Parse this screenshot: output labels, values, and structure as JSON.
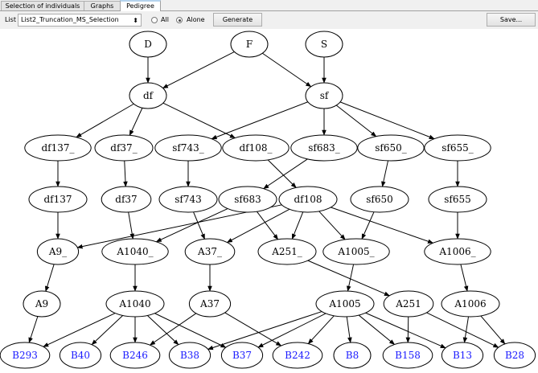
{
  "tabs": [
    {
      "label": "Selection of individuals",
      "active": false
    },
    {
      "label": "Graphs",
      "active": false
    },
    {
      "label": "Pedigree",
      "active": true
    }
  ],
  "toolbar": {
    "list_label": "List",
    "list_value": "List2_Truncation_MS_Selection",
    "radio_all": "All",
    "radio_alone": "Alone",
    "radio_selected": "Alone",
    "generate": "Generate",
    "save": "Save..."
  },
  "colors": {
    "selected_node_text": "#1a1aff",
    "node_text": "#000000",
    "edge": "#000000"
  },
  "graph": {
    "nodes": [
      {
        "id": "D",
        "label": "D",
        "row": 0,
        "col": 184
      },
      {
        "id": "F",
        "label": "F",
        "row": 0,
        "col": 310
      },
      {
        "id": "S",
        "label": "S",
        "row": 0,
        "col": 403
      },
      {
        "id": "df",
        "label": "df",
        "row": 1,
        "col": 184
      },
      {
        "id": "sf",
        "label": "sf",
        "row": 1,
        "col": 403
      },
      {
        "id": "df137_",
        "label": "df137_",
        "row": 2,
        "col": 72
      },
      {
        "id": "df37_",
        "label": "df37_",
        "row": 2,
        "col": 154
      },
      {
        "id": "sf743_",
        "label": "sf743_",
        "row": 2,
        "col": 234
      },
      {
        "id": "df108_",
        "label": "df108_",
        "row": 2,
        "col": 318
      },
      {
        "id": "sf683_",
        "label": "sf683_",
        "row": 2,
        "col": 403
      },
      {
        "id": "sf650_",
        "label": "sf650_",
        "row": 2,
        "col": 486
      },
      {
        "id": "sf655_",
        "label": "sf655_",
        "row": 2,
        "col": 569
      },
      {
        "id": "df137",
        "label": "df137",
        "row": 3,
        "col": 72
      },
      {
        "id": "df37",
        "label": "df37",
        "row": 3,
        "col": 157
      },
      {
        "id": "sf743",
        "label": "sf743",
        "row": 3,
        "col": 234
      },
      {
        "id": "sf683",
        "label": "sf683",
        "row": 3,
        "col": 308
      },
      {
        "id": "df108",
        "label": "df108",
        "row": 3,
        "col": 383
      },
      {
        "id": "sf650",
        "label": "sf650",
        "row": 3,
        "col": 472
      },
      {
        "id": "sf655",
        "label": "sf655",
        "row": 3,
        "col": 569
      },
      {
        "id": "A9_",
        "label": "A9_",
        "row": 4,
        "col": 72
      },
      {
        "id": "A1040_",
        "label": "A1040_",
        "row": 4,
        "col": 168
      },
      {
        "id": "A37_",
        "label": "A37_",
        "row": 4,
        "col": 261
      },
      {
        "id": "A251_",
        "label": "A251_",
        "row": 4,
        "col": 357
      },
      {
        "id": "A1005_",
        "label": "A1005_",
        "row": 4,
        "col": 443
      },
      {
        "id": "A1006_",
        "label": "A1006_",
        "row": 4,
        "col": 569
      },
      {
        "id": "A9",
        "label": "A9",
        "row": 5,
        "col": 52
      },
      {
        "id": "A1040",
        "label": "A1040",
        "row": 5,
        "col": 168
      },
      {
        "id": "A37",
        "label": "A37",
        "row": 5,
        "col": 261
      },
      {
        "id": "A1005",
        "label": "A1005",
        "row": 5,
        "col": 429
      },
      {
        "id": "A251",
        "label": "A251",
        "row": 5,
        "col": 508
      },
      {
        "id": "A1006",
        "label": "A1006",
        "row": 5,
        "col": 585
      },
      {
        "id": "B293",
        "label": "B293",
        "row": 6,
        "col": 31,
        "selected": true
      },
      {
        "id": "B40",
        "label": "B40",
        "row": 6,
        "col": 100,
        "selected": true
      },
      {
        "id": "B246",
        "label": "B246",
        "row": 6,
        "col": 168,
        "selected": true
      },
      {
        "id": "B38",
        "label": "B38",
        "row": 6,
        "col": 236,
        "selected": true
      },
      {
        "id": "B37",
        "label": "B37",
        "row": 6,
        "col": 301,
        "selected": true
      },
      {
        "id": "B242",
        "label": "B242",
        "row": 6,
        "col": 370,
        "selected": true
      },
      {
        "id": "B8",
        "label": "B8",
        "row": 6,
        "col": 438,
        "selected": true
      },
      {
        "id": "B158",
        "label": "B158",
        "row": 6,
        "col": 507,
        "selected": true
      },
      {
        "id": "B13",
        "label": "B13",
        "row": 6,
        "col": 575,
        "selected": true
      },
      {
        "id": "B28",
        "label": "B28",
        "row": 6,
        "col": 640,
        "selected": true
      }
    ],
    "edges": [
      [
        "D",
        "df"
      ],
      [
        "F",
        "df"
      ],
      [
        "F",
        "sf"
      ],
      [
        "S",
        "sf"
      ],
      [
        "df",
        "df137_"
      ],
      [
        "df",
        "df37_"
      ],
      [
        "df",
        "df108_"
      ],
      [
        "sf",
        "sf743_"
      ],
      [
        "sf",
        "sf683_"
      ],
      [
        "sf",
        "sf650_"
      ],
      [
        "sf",
        "sf655_"
      ],
      [
        "df137_",
        "df137"
      ],
      [
        "df37_",
        "df37"
      ],
      [
        "sf743_",
        "sf743"
      ],
      [
        "df108_",
        "df108"
      ],
      [
        "sf683_",
        "sf683"
      ],
      [
        "sf650_",
        "sf650"
      ],
      [
        "sf655_",
        "sf655"
      ],
      [
        "df137",
        "A9_"
      ],
      [
        "df37",
        "A1040_"
      ],
      [
        "sf743",
        "A37_"
      ],
      [
        "sf683",
        "A1040_"
      ],
      [
        "sf683",
        "A251_"
      ],
      [
        "df108",
        "A9_"
      ],
      [
        "df108",
        "A37_"
      ],
      [
        "df108",
        "A251_"
      ],
      [
        "df108",
        "A1005_"
      ],
      [
        "df108",
        "A1006_"
      ],
      [
        "sf650",
        "A1005_"
      ],
      [
        "sf655",
        "A1006_"
      ],
      [
        "A9_",
        "A9"
      ],
      [
        "A1040_",
        "A1040"
      ],
      [
        "A37_",
        "A37"
      ],
      [
        "A251_",
        "A251"
      ],
      [
        "A1005_",
        "A1005"
      ],
      [
        "A1006_",
        "A1006"
      ],
      [
        "A9",
        "B293"
      ],
      [
        "A1040",
        "B293"
      ],
      [
        "A1040",
        "B40"
      ],
      [
        "A1040",
        "B246"
      ],
      [
        "A1040",
        "B38"
      ],
      [
        "A1040",
        "B37"
      ],
      [
        "A37",
        "B246"
      ],
      [
        "A37",
        "B242"
      ],
      [
        "A1005",
        "B38"
      ],
      [
        "A1005",
        "B37"
      ],
      [
        "A1005",
        "B242"
      ],
      [
        "A1005",
        "B8"
      ],
      [
        "A1005",
        "B158"
      ],
      [
        "A1005",
        "B13"
      ],
      [
        "A251",
        "B158"
      ],
      [
        "A251",
        "B28"
      ],
      [
        "A1006",
        "B13"
      ],
      [
        "A1006",
        "B28"
      ]
    ]
  }
}
